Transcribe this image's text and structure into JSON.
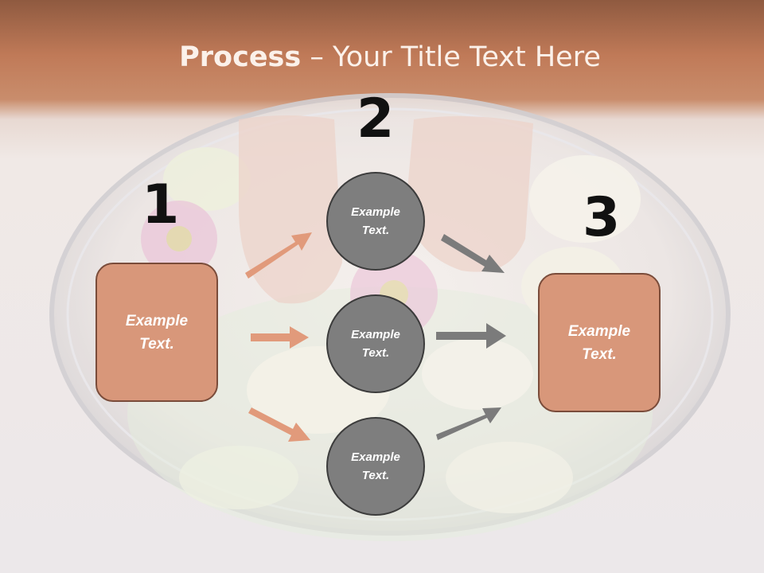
{
  "title": {
    "bold": "Process",
    "rest": " – Your Title Text Here"
  },
  "steps": [
    {
      "number": "1",
      "text": "Example Text."
    },
    {
      "number": "2",
      "circles": [
        "Example Text.",
        "Example Text.",
        "Example Text."
      ]
    },
    {
      "number": "3",
      "text": "Example Text."
    }
  ],
  "colors": {
    "accent": "#d8977a",
    "accent_border": "#7a4c3a",
    "circle_fill": "#7e7e7e",
    "arrow_left": "#e19a7b",
    "arrow_right": "#7b7b7b",
    "header": "#c07a58"
  }
}
